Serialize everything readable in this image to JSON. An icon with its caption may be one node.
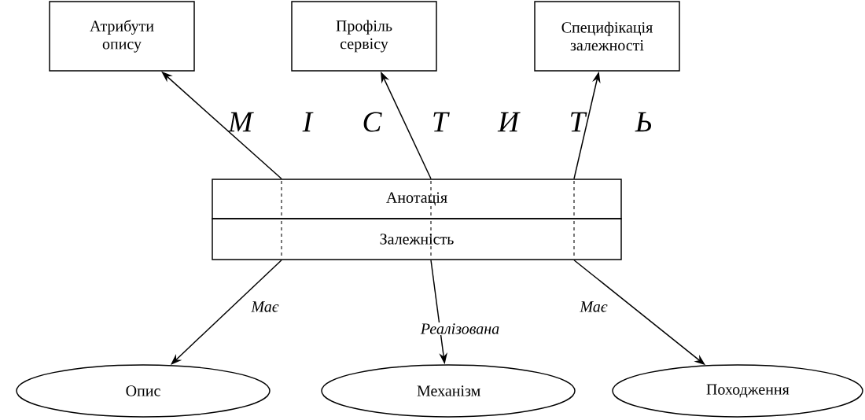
{
  "diagram": {
    "nodes": [
      {
        "text": [
          "Атрибути опису"
        ]
      },
      {
        "text": [
          "Профіль сервісу"
        ]
      },
      {
        "text": [
          "Специфікація залежності"
        ]
      },
      {
        "text": [
          "Анотація"
        ]
      },
      {
        "text": [
          "Залежність"
        ]
      },
      {
        "text": [
          "Опис"
        ]
      },
      {
        "text": [
          "Механізм"
        ]
      },
      {
        "text": [
          "Походження"
        ]
      }
    ],
    "edges": [
      {
        "from": 3,
        "to": 0,
        "arrow": "to"
      },
      {
        "from": 3,
        "to": 1,
        "arrow": "to"
      },
      {
        "from": 3,
        "to": 2,
        "arrow": "to"
      },
      {
        "from": 4,
        "to": 5,
        "arrow": "to",
        "label": "Має"
      },
      {
        "from": 4,
        "to": 6,
        "arrow": "to",
        "label": "Реалізована"
      },
      {
        "from": 4,
        "to": 7,
        "arrow": "to",
        "label": "Має"
      }
    ],
    "labels": [
      "М І С Т И Т Ь"
    ]
  }
}
